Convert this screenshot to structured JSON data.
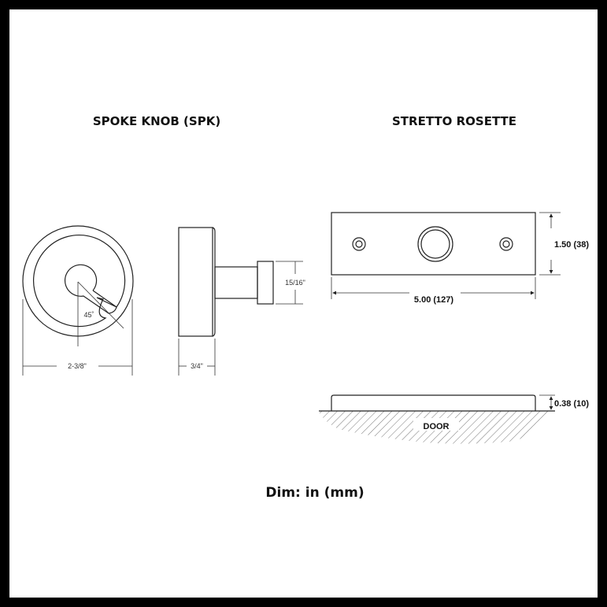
{
  "titles": {
    "left": "SPOKE KNOB (SPK)",
    "right": "STRETTO ROSETTE"
  },
  "knob": {
    "diameter": "2-3/8\"",
    "angle": "45˚",
    "depth": "3/4\"",
    "shaft": "15/16\""
  },
  "rosette": {
    "height": "1.50 (38)",
    "width": "5.00 (127)",
    "thickness": "0.38 (10)",
    "door_label": "DOOR"
  },
  "footer": "Dim: in (mm)"
}
